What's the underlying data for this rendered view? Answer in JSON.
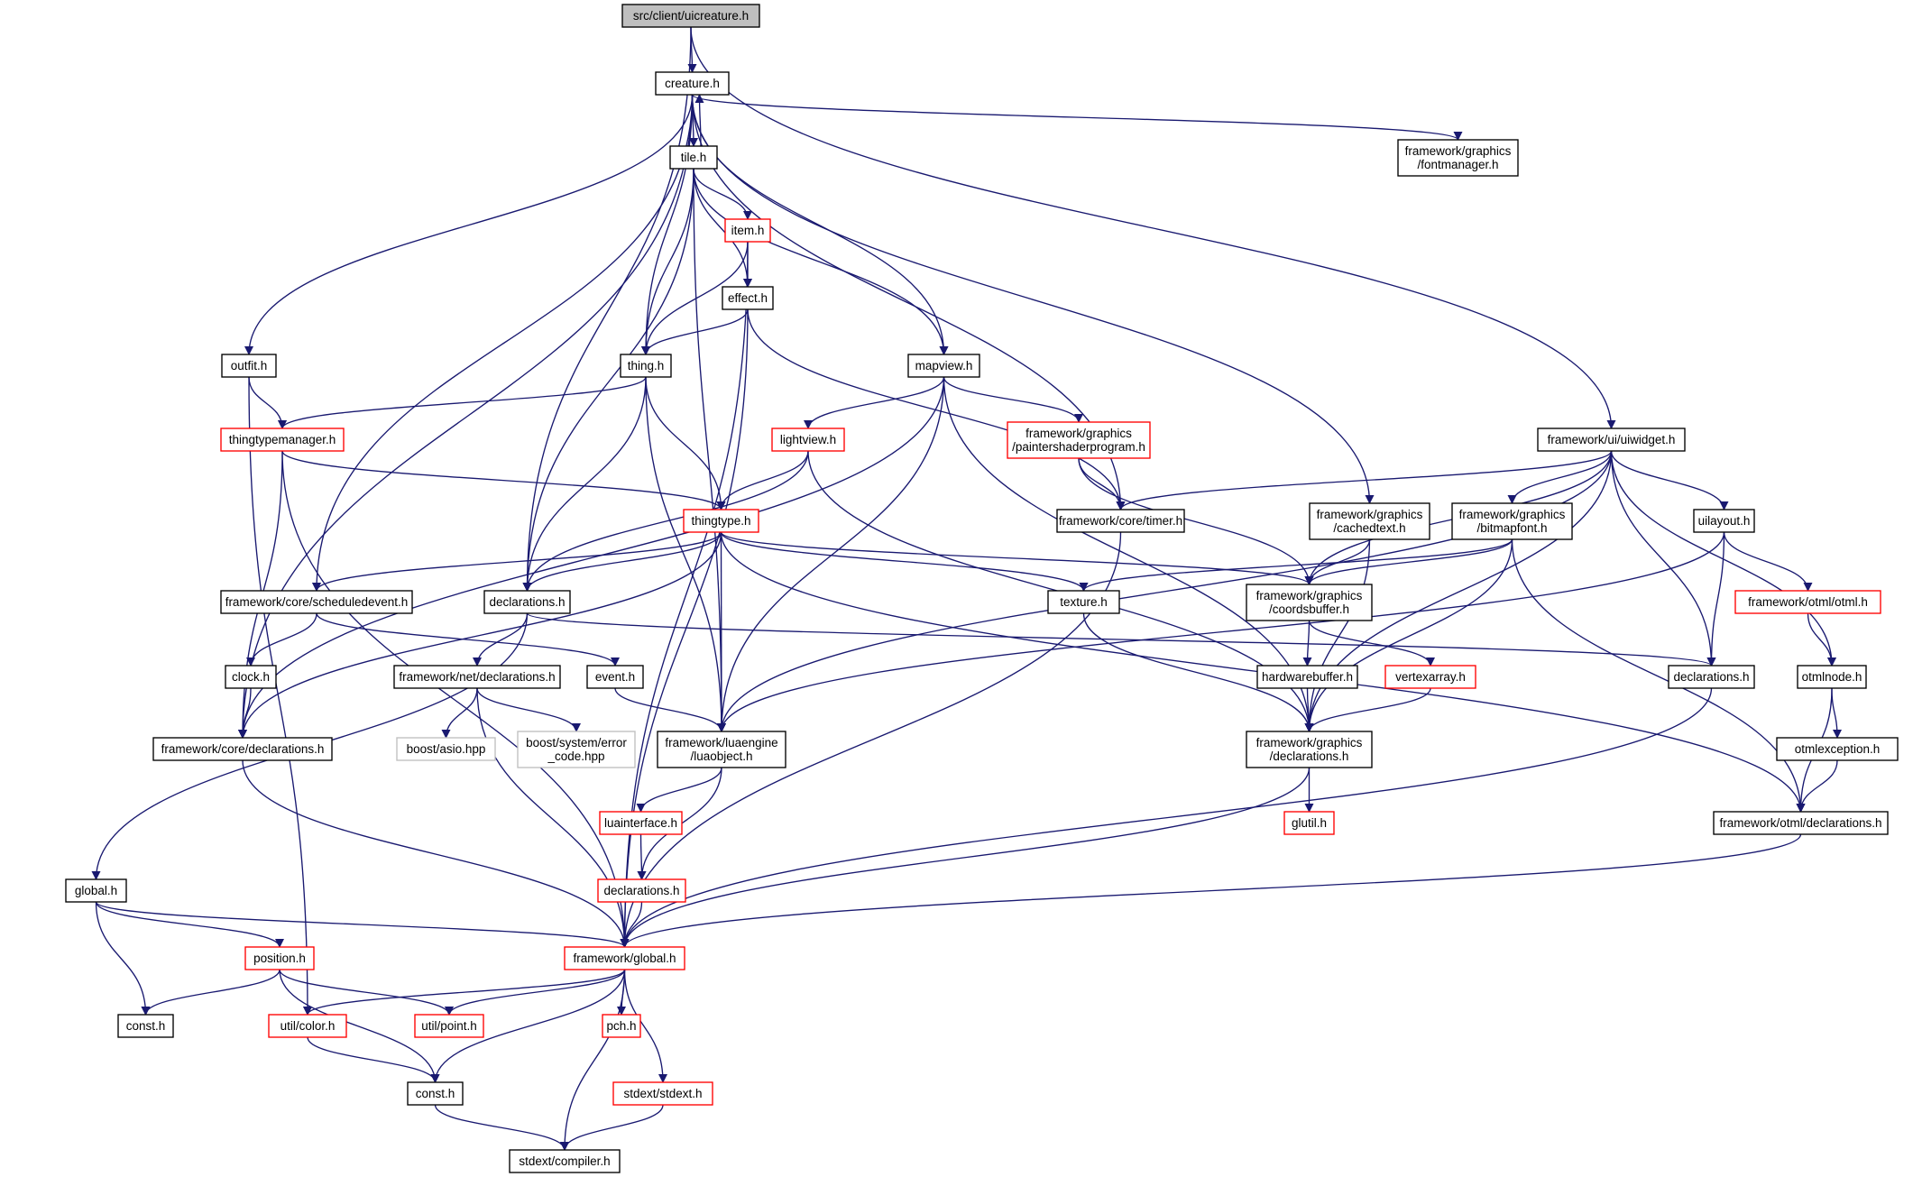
{
  "colors": {
    "edge": "#191970",
    "box_border": "#000000",
    "box_border_missing": "#ff0000",
    "box_border_system": "#bfbfbf",
    "root_fill": "#bfbfbf",
    "fill": "#ffffff"
  },
  "nodes": [
    {
      "id": "n1",
      "label": [
        "src/client/uicreature.h"
      ],
      "kind": "root"
    },
    {
      "id": "n2",
      "label": [
        "creature.h"
      ],
      "kind": "normal"
    },
    {
      "id": "n3",
      "label": [
        "tile.h"
      ],
      "kind": "normal"
    },
    {
      "id": "n4",
      "label": [
        "framework/graphics",
        "/fontmanager.h"
      ],
      "kind": "normal"
    },
    {
      "id": "n5",
      "label": [
        "item.h"
      ],
      "kind": "missing"
    },
    {
      "id": "n6",
      "label": [
        "effect.h"
      ],
      "kind": "normal"
    },
    {
      "id": "n7",
      "label": [
        "outfit.h"
      ],
      "kind": "normal"
    },
    {
      "id": "n8",
      "label": [
        "thing.h"
      ],
      "kind": "normal"
    },
    {
      "id": "n9",
      "label": [
        "mapview.h"
      ],
      "kind": "normal"
    },
    {
      "id": "n10",
      "label": [
        "thingtypemanager.h"
      ],
      "kind": "missing"
    },
    {
      "id": "n11",
      "label": [
        "lightview.h"
      ],
      "kind": "missing"
    },
    {
      "id": "n12",
      "label": [
        "framework/graphics",
        "/paintershaderprogram.h"
      ],
      "kind": "missing"
    },
    {
      "id": "n13",
      "label": [
        "framework/ui/uiwidget.h"
      ],
      "kind": "normal"
    },
    {
      "id": "n14",
      "label": [
        "thingtype.h"
      ],
      "kind": "missing"
    },
    {
      "id": "n15",
      "label": [
        "framework/core/timer.h"
      ],
      "kind": "normal"
    },
    {
      "id": "n16",
      "label": [
        "framework/graphics",
        "/cachedtext.h"
      ],
      "kind": "normal"
    },
    {
      "id": "n17",
      "label": [
        "framework/graphics",
        "/bitmapfont.h"
      ],
      "kind": "normal"
    },
    {
      "id": "n18",
      "label": [
        "uilayout.h"
      ],
      "kind": "normal"
    },
    {
      "id": "n19",
      "label": [
        "framework/core/scheduledevent.h"
      ],
      "kind": "normal"
    },
    {
      "id": "n20",
      "label": [
        "declarations.h"
      ],
      "kind": "normal"
    },
    {
      "id": "n21",
      "label": [
        "texture.h"
      ],
      "kind": "normal"
    },
    {
      "id": "n22",
      "label": [
        "framework/graphics",
        "/coordsbuffer.h"
      ],
      "kind": "normal"
    },
    {
      "id": "n23",
      "label": [
        "framework/otml/otml.h"
      ],
      "kind": "missing"
    },
    {
      "id": "n24",
      "label": [
        "clock.h"
      ],
      "kind": "normal"
    },
    {
      "id": "n25",
      "label": [
        "framework/net/declarations.h"
      ],
      "kind": "normal"
    },
    {
      "id": "n26",
      "label": [
        "event.h"
      ],
      "kind": "normal"
    },
    {
      "id": "n27",
      "label": [
        "hardwarebuffer.h"
      ],
      "kind": "normal"
    },
    {
      "id": "n28",
      "label": [
        "vertexarray.h"
      ],
      "kind": "missing"
    },
    {
      "id": "n29",
      "label": [
        "declarations.h"
      ],
      "kind": "normal"
    },
    {
      "id": "n30",
      "label": [
        "otmlnode.h"
      ],
      "kind": "normal"
    },
    {
      "id": "n31",
      "label": [
        "framework/core/declarations.h"
      ],
      "kind": "normal"
    },
    {
      "id": "n32",
      "label": [
        "boost/asio.hpp"
      ],
      "kind": "system"
    },
    {
      "id": "n33",
      "label": [
        "boost/system/error",
        "_code.hpp"
      ],
      "kind": "system"
    },
    {
      "id": "n34",
      "label": [
        "framework/luaengine",
        "/luaobject.h"
      ],
      "kind": "normal"
    },
    {
      "id": "n35",
      "label": [
        "framework/graphics",
        "/declarations.h"
      ],
      "kind": "normal"
    },
    {
      "id": "n36",
      "label": [
        "otmlexception.h"
      ],
      "kind": "normal"
    },
    {
      "id": "n37",
      "label": [
        "luainterface.h"
      ],
      "kind": "missing"
    },
    {
      "id": "n38",
      "label": [
        "glutil.h"
      ],
      "kind": "missing"
    },
    {
      "id": "n39",
      "label": [
        "framework/otml/declarations.h"
      ],
      "kind": "normal"
    },
    {
      "id": "n40",
      "label": [
        "declarations.h"
      ],
      "kind": "missing"
    },
    {
      "id": "n41",
      "label": [
        "global.h"
      ],
      "kind": "normal"
    },
    {
      "id": "n42",
      "label": [
        "framework/global.h"
      ],
      "kind": "missing"
    },
    {
      "id": "n43",
      "label": [
        "position.h"
      ],
      "kind": "missing"
    },
    {
      "id": "n44",
      "label": [
        "const.h"
      ],
      "kind": "normal"
    },
    {
      "id": "n45",
      "label": [
        "util/color.h"
      ],
      "kind": "missing"
    },
    {
      "id": "n46",
      "label": [
        "util/point.h"
      ],
      "kind": "missing"
    },
    {
      "id": "n47",
      "label": [
        "pch.h"
      ],
      "kind": "missing"
    },
    {
      "id": "n48",
      "label": [
        "const.h"
      ],
      "kind": "normal"
    },
    {
      "id": "n49",
      "label": [
        "stdext/stdext.h"
      ],
      "kind": "missing"
    },
    {
      "id": "n50",
      "label": [
        "stdext/compiler.h"
      ],
      "kind": "normal"
    }
  ],
  "edges": [
    [
      "n1",
      "n2"
    ],
    [
      "n1",
      "n20"
    ],
    [
      "n1",
      "n13"
    ],
    [
      "n2",
      "n3"
    ],
    [
      "n3",
      "n2"
    ],
    [
      "n2",
      "n4"
    ],
    [
      "n2",
      "n7"
    ],
    [
      "n2",
      "n8"
    ],
    [
      "n2",
      "n9"
    ],
    [
      "n2",
      "n15"
    ],
    [
      "n2",
      "n16"
    ],
    [
      "n2",
      "n19"
    ],
    [
      "n2",
      "n31"
    ],
    [
      "n3",
      "n5"
    ],
    [
      "n3",
      "n6"
    ],
    [
      "n3",
      "n8"
    ],
    [
      "n3",
      "n9"
    ],
    [
      "n3",
      "n20"
    ],
    [
      "n3",
      "n34"
    ],
    [
      "n5",
      "n6"
    ],
    [
      "n5",
      "n8"
    ],
    [
      "n5",
      "n42"
    ],
    [
      "n6",
      "n8"
    ],
    [
      "n6",
      "n15"
    ],
    [
      "n6",
      "n42"
    ],
    [
      "n7",
      "n10"
    ],
    [
      "n7",
      "n45"
    ],
    [
      "n8",
      "n10"
    ],
    [
      "n8",
      "n14"
    ],
    [
      "n8",
      "n20"
    ],
    [
      "n8",
      "n34"
    ],
    [
      "n9",
      "n11"
    ],
    [
      "n9",
      "n12"
    ],
    [
      "n9",
      "n34"
    ],
    [
      "n9",
      "n35"
    ],
    [
      "n9",
      "n31"
    ],
    [
      "n10",
      "n14"
    ],
    [
      "n10",
      "n31"
    ],
    [
      "n10",
      "n42"
    ],
    [
      "n11",
      "n14"
    ],
    [
      "n11",
      "n20"
    ],
    [
      "n11",
      "n35"
    ],
    [
      "n12",
      "n15"
    ],
    [
      "n12",
      "n22"
    ],
    [
      "n13",
      "n15"
    ],
    [
      "n13",
      "n17"
    ],
    [
      "n13",
      "n18"
    ],
    [
      "n13",
      "n22"
    ],
    [
      "n13",
      "n29"
    ],
    [
      "n13",
      "n30"
    ],
    [
      "n13",
      "n34"
    ],
    [
      "n13",
      "n35"
    ],
    [
      "n14",
      "n19"
    ],
    [
      "n14",
      "n20"
    ],
    [
      "n14",
      "n21"
    ],
    [
      "n14",
      "n22"
    ],
    [
      "n14",
      "n31"
    ],
    [
      "n14",
      "n34"
    ],
    [
      "n14",
      "n39"
    ],
    [
      "n15",
      "n42"
    ],
    [
      "n16",
      "n22"
    ],
    [
      "n16",
      "n35"
    ],
    [
      "n17",
      "n21"
    ],
    [
      "n17",
      "n22"
    ],
    [
      "n17",
      "n35"
    ],
    [
      "n17",
      "n39"
    ],
    [
      "n18",
      "n23"
    ],
    [
      "n18",
      "n29"
    ],
    [
      "n18",
      "n34"
    ],
    [
      "n19",
      "n24"
    ],
    [
      "n19",
      "n26"
    ],
    [
      "n20",
      "n25"
    ],
    [
      "n20",
      "n41"
    ],
    [
      "n20",
      "n29"
    ],
    [
      "n21",
      "n35"
    ],
    [
      "n22",
      "n27"
    ],
    [
      "n22",
      "n28"
    ],
    [
      "n23",
      "n30"
    ],
    [
      "n24",
      "n31"
    ],
    [
      "n25",
      "n32"
    ],
    [
      "n25",
      "n33"
    ],
    [
      "n25",
      "n42"
    ],
    [
      "n26",
      "n34"
    ],
    [
      "n27",
      "n35"
    ],
    [
      "n28",
      "n35"
    ],
    [
      "n29",
      "n42"
    ],
    [
      "n30",
      "n36"
    ],
    [
      "n30",
      "n39"
    ],
    [
      "n31",
      "n42"
    ],
    [
      "n34",
      "n37"
    ],
    [
      "n34",
      "n40"
    ],
    [
      "n35",
      "n38"
    ],
    [
      "n35",
      "n42"
    ],
    [
      "n36",
      "n39"
    ],
    [
      "n37",
      "n40"
    ],
    [
      "n39",
      "n42"
    ],
    [
      "n40",
      "n42"
    ],
    [
      "n41",
      "n42"
    ],
    [
      "n41",
      "n43"
    ],
    [
      "n41",
      "n44"
    ],
    [
      "n42",
      "n45"
    ],
    [
      "n42",
      "n46"
    ],
    [
      "n42",
      "n47"
    ],
    [
      "n42",
      "n48"
    ],
    [
      "n42",
      "n49"
    ],
    [
      "n42",
      "n50"
    ],
    [
      "n43",
      "n44"
    ],
    [
      "n43",
      "n46"
    ],
    [
      "n43",
      "n48"
    ],
    [
      "n45",
      "n48"
    ],
    [
      "n48",
      "n50"
    ],
    [
      "n49",
      "n50"
    ]
  ]
}
